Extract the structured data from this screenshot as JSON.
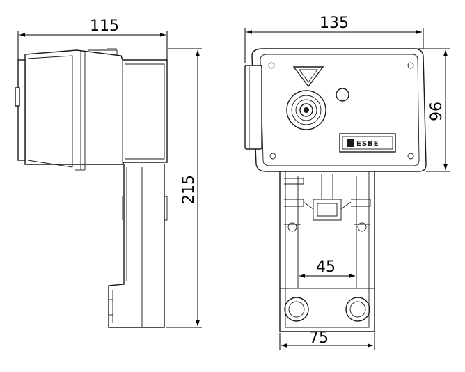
{
  "dimensions": {
    "side_width": "115",
    "side_height": "215",
    "front_width": "135",
    "front_head_height": "96",
    "front_inner_width": "45",
    "front_base_width": "75"
  },
  "brand": {
    "logo_text": "ESBE"
  }
}
